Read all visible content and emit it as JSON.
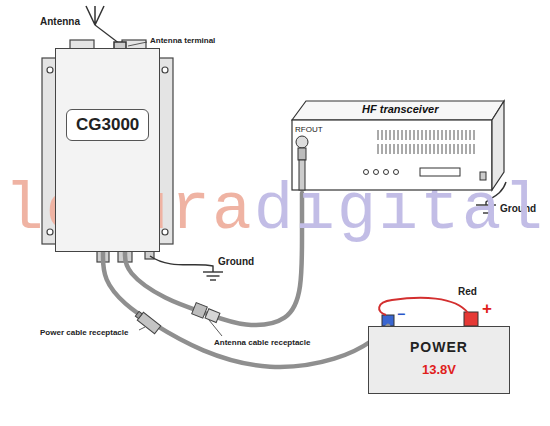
{
  "diagram": {
    "nodes": [
      {
        "text": [
          "CG3000"
        ]
      },
      {
        "text": [
          "HF transceiver",
          "RFOUT"
        ]
      },
      {
        "text": [
          "POWER",
          "13.8V"
        ]
      }
    ],
    "edges": [
      {
        "from": 0,
        "to": 1,
        "arrow": "none"
      },
      {
        "from": 0,
        "to": 2,
        "arrow": "none"
      }
    ],
    "labels": [
      "Antenna",
      "Antenna terminal",
      "Ground",
      "Ground",
      "Power cable receptacle",
      "Antenna cable receptacle",
      "Red",
      "−",
      "+",
      "locuradigital"
    ]
  }
}
